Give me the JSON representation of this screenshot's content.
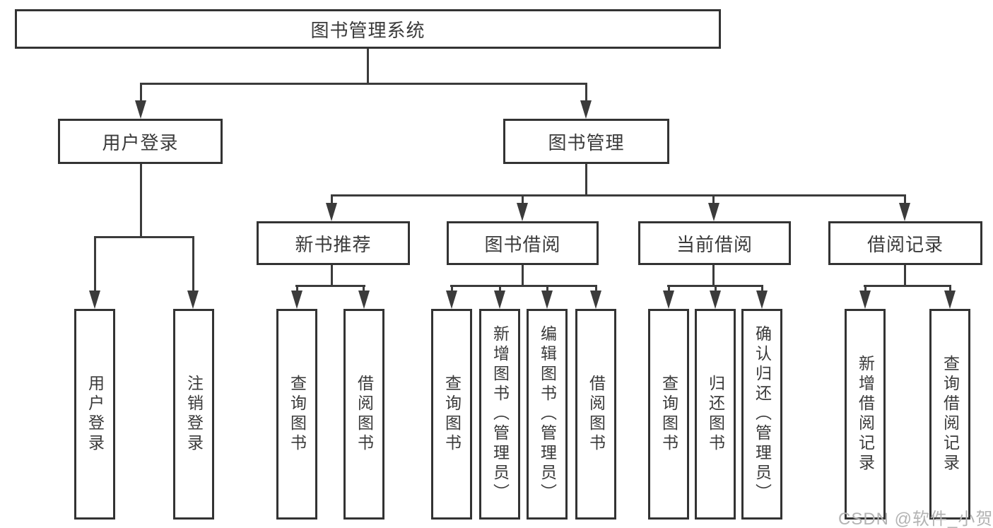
{
  "diagram": {
    "root": "图书管理系统",
    "level2": {
      "user_login": "用户登录",
      "book_mgmt": "图书管理"
    },
    "level3": {
      "new_book": "新书推荐",
      "book_borrow": "图书借阅",
      "current_borrow": "当前借阅",
      "borrow_record": "借阅记录"
    },
    "leaves": {
      "user_login": [
        "用户登录",
        "注销登录"
      ],
      "new_book": [
        "查询图书",
        "借阅图书"
      ],
      "book_borrow": [
        "查询图书",
        "新增图书（管理员）",
        "编辑图书（管理员）",
        "借阅图书"
      ],
      "current_borrow": [
        "查询图书",
        "归还图书",
        "确认归还（管理员）"
      ],
      "borrow_record": [
        "新增借阅记录",
        "查询借阅记录"
      ]
    }
  },
  "watermark": "CSDN @软件_小贺同学",
  "colors": {
    "line": "#3b3b3b",
    "box_border": "#333333",
    "text": "#3a3a3a",
    "watermark": "#b3b3b3",
    "background": "#ffffff"
  }
}
